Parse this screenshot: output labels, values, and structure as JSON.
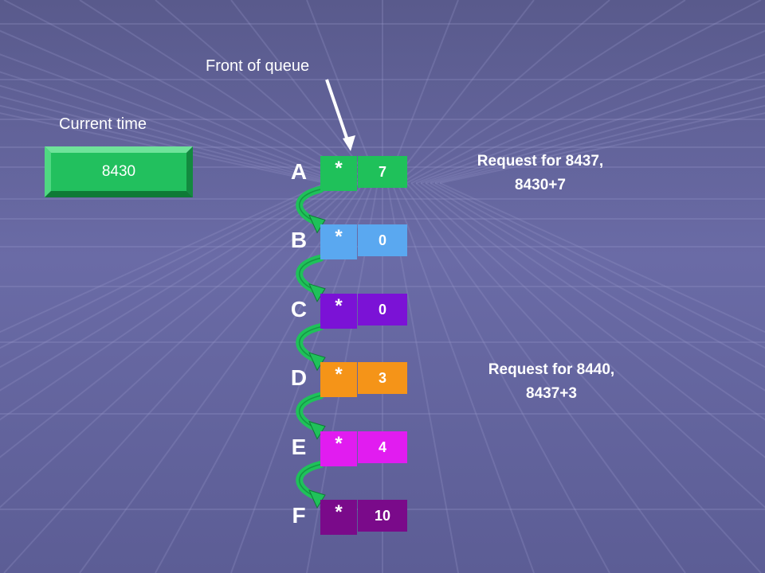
{
  "labels": {
    "front_of_queue": "Front of queue",
    "current_time": "Current time"
  },
  "clock": {
    "value": "8430",
    "color": "#22c05e"
  },
  "queue": [
    {
      "name": "A",
      "pointer": "*",
      "value": "7",
      "color": "#1fc15a"
    },
    {
      "name": "B",
      "pointer": "*",
      "value": "0",
      "color": "#5aa8f0"
    },
    {
      "name": "C",
      "pointer": "*",
      "value": "0",
      "color": "#7b12d6"
    },
    {
      "name": "D",
      "pointer": "*",
      "value": "3",
      "color": "#f59418"
    },
    {
      "name": "E",
      "pointer": "*",
      "value": "4",
      "color": "#e11cf0"
    },
    {
      "name": "F",
      "pointer": "*",
      "value": "10",
      "color": "#7a0a8a"
    }
  ],
  "requests": [
    {
      "line1": "Request for 8437,",
      "line2": "8430+7"
    },
    {
      "line1": "Request for 8440,",
      "line2": "8437+3"
    }
  ],
  "link_color": "#1fc15a"
}
